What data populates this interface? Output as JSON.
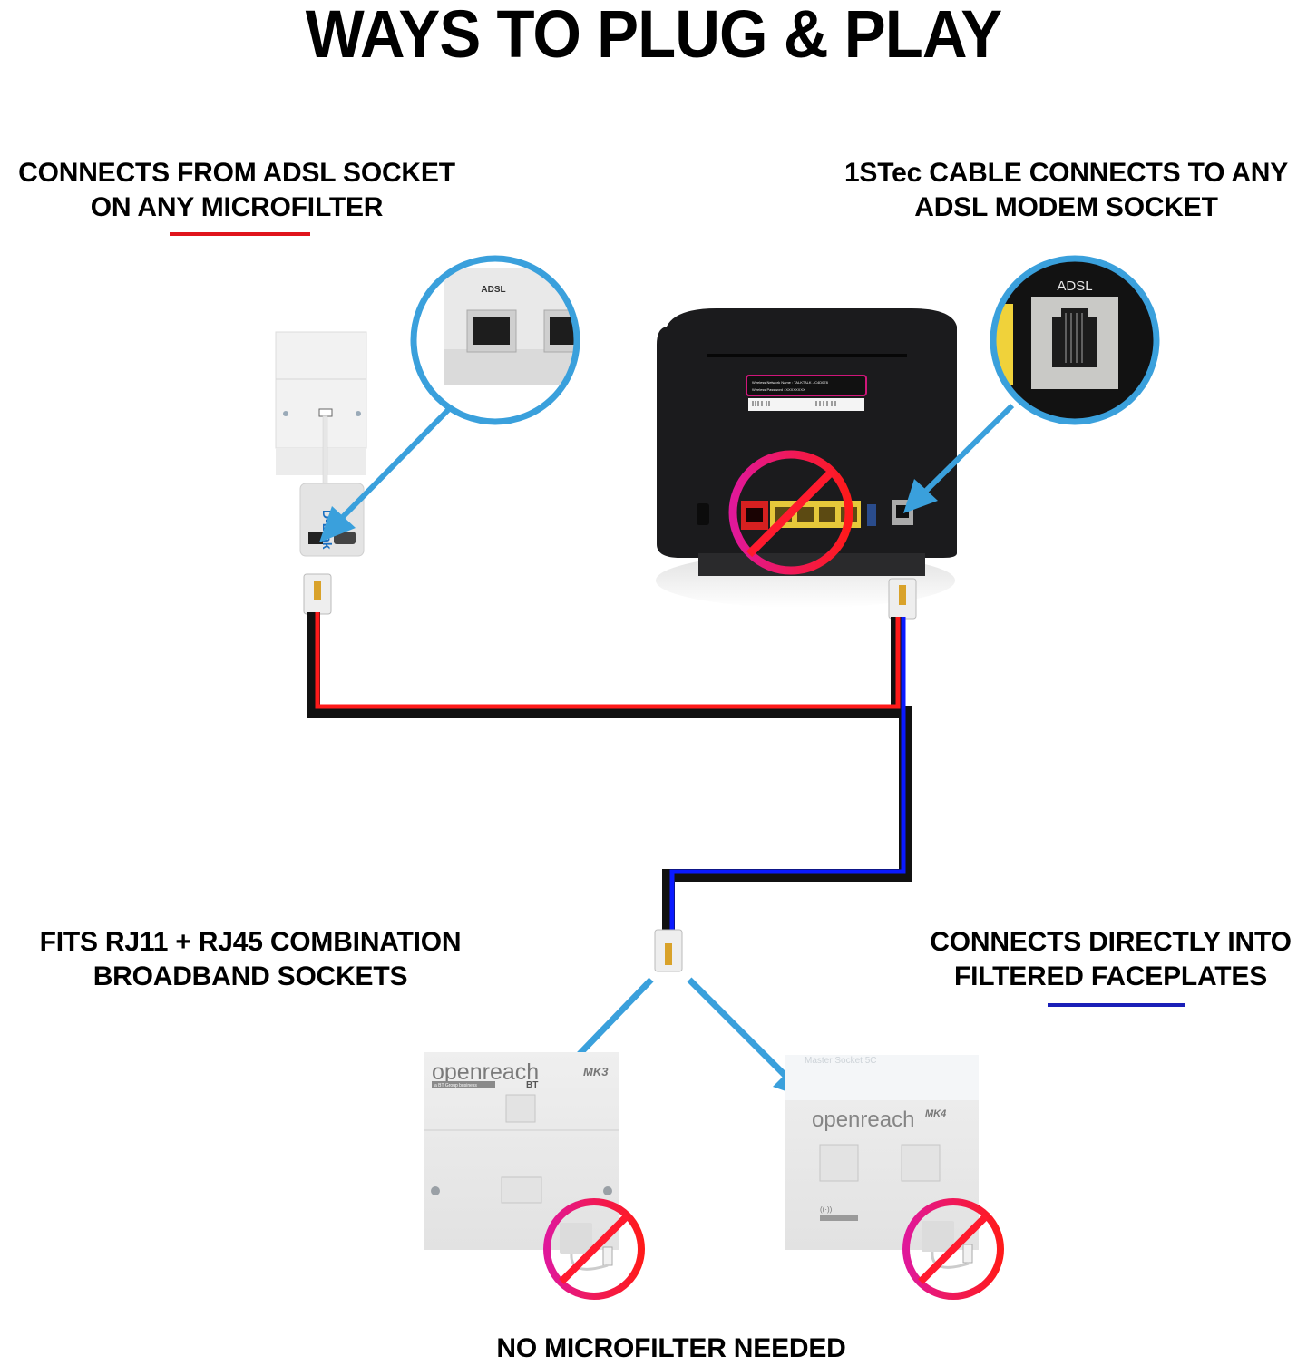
{
  "title": "WAYS TO PLUG & PLAY",
  "captions": {
    "top_left": {
      "line1": "CONNECTS FROM ADSL SOCKET",
      "line2": "ON ANY MICROFILTER"
    },
    "top_right": {
      "line1": "1STec CABLE CONNECTS TO ANY",
      "line2": "ADSL MODEM SOCKET"
    },
    "bottom_left": {
      "line1": "FITS RJ11 + RJ45 COMBINATION",
      "line2": "BROADBAND SOCKETS"
    },
    "bottom_right": {
      "line1": "CONNECTS DIRECTLY INTO",
      "line2": "FILTERED FACEPLATES"
    },
    "bottom_center": "NO MICROFILTER NEEDED"
  },
  "colors": {
    "accent_red": "#e0141c",
    "accent_blue": "#1a1fb8",
    "callout_blue": "#3aa0dc",
    "cable_black": "#111111",
    "cable_red": "#ff1a1a",
    "cable_blue": "#0a1aff",
    "prohibit_red": "#ff1a3c",
    "prohibit_magenta": "#e0189a"
  },
  "devices": {
    "microfilter_zoom_label": "ADSL",
    "microfilter_brand": "D-Link",
    "router_zoom_label": "ADSL",
    "router_sticker_line1": "Wireless Network Name : TALKTALK - C4D078",
    "router_sticker_line2": "Wireless Password : XXXXXXXX",
    "mk3_brand": "openreach",
    "mk3_sub": "a BT Group business",
    "mk3_bt": "BT",
    "mk3_model": "MK3",
    "mk4_header": "Master Socket 5C",
    "mk4_brand": "openreach",
    "mk4_model": "MK4"
  }
}
